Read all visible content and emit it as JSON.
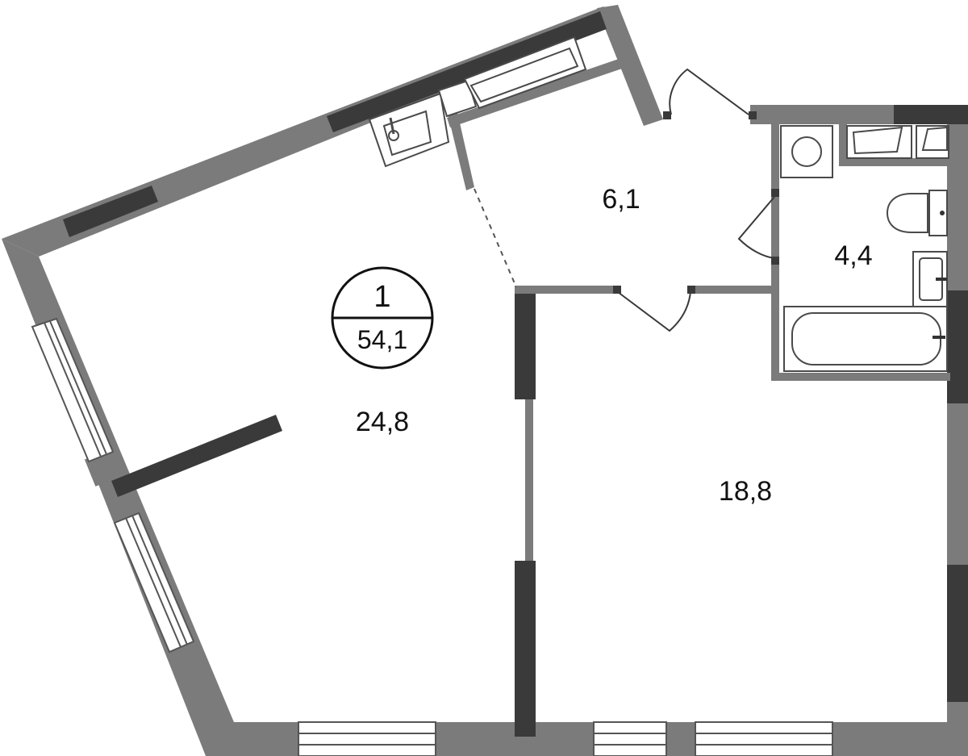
{
  "apartment": {
    "rooms_count": "1",
    "total_area": "54,1"
  },
  "rooms": {
    "living": {
      "area": "24,8"
    },
    "hall": {
      "area": "6,1"
    },
    "bathroom": {
      "area": "4,4"
    },
    "bedroom": {
      "area": "18,8"
    }
  }
}
